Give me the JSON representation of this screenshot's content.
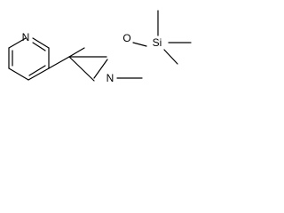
{
  "molecule": {
    "atoms": {
      "ring_nitrogen": "N",
      "oxygen": "O",
      "silicon": "Si",
      "imine_nitrogen": "N"
    },
    "line_color": "#000000",
    "background_color": "#ffffff"
  }
}
